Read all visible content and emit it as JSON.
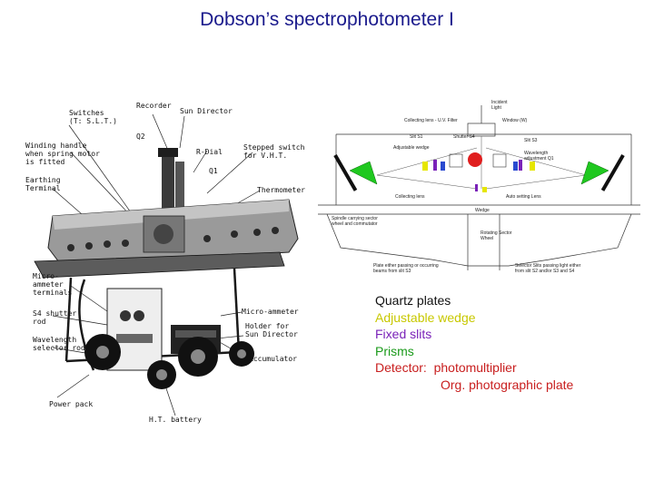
{
  "title": "Dobson’s spectrophotometer I",
  "photo": {
    "labels": {
      "switches": "Switches\n(T: S.L.T.)",
      "recorder": "Recorder",
      "sun_director": "Sun Director",
      "q2": "Q2",
      "winding_handle": "Winding handle\nwhen spring motor\nis fitted",
      "r_dial": "R-Dial",
      "stepped_switch": "Stepped switch\nfor V.H.T.",
      "q1": "Q1",
      "earthing": "Earthing\nTerminal",
      "thermometer": "Thermometer",
      "micro_terminals": "Micro-\nammeter\nterminals",
      "s4_shutter": "S4 shutter\nrod",
      "wavelength_rod": "Wavelength\nselector rod",
      "power_pack": "Power pack",
      "micro_ammeter": "Micro-ammeter",
      "holder": "Holder for\nSun Director",
      "accumulator": "Accumulator",
      "ht_battery": "H.T. battery"
    }
  },
  "diagram": {
    "labels": {
      "incident_light": "Incident\nLight",
      "collecting_lens_filter": "Collecting lens - U.V. Filter",
      "window": "Window (W)",
      "slit_s1": "Slit S1",
      "shutter": "Shutter S4",
      "slit_s3": "Slit S3",
      "adjustable_wedge": "Adjustable wedge",
      "wavelength_adjustment": "Wavelength\nadjustment Q1",
      "collecting_lens2": "Collecting lens",
      "auto_setting_lens": "Auto setting Lens",
      "wedge": "Wedge",
      "spindle": "Spindle carrying sector\nwheel and commutator",
      "rotating_sector": "Rotating Sector\nWheel",
      "plate_passing": "Plate either passing or occurring\nbeams from slit S3",
      "selector_slits": "Selector Slits passing light either\nfrom slit S2 and/or S3 and S4"
    }
  },
  "legend": {
    "quartz": "Quartz plates",
    "wedge": "Adjustable wedge",
    "fixed_slits": "Fixed slits",
    "prisms": "Prisms",
    "detector": "Detector:  photomultiplier",
    "detector2": "Org. photographic plate"
  },
  "colors": {
    "title": "#1a1a8c",
    "quartz": "#111111",
    "wedge": "#c8c800",
    "fixed_slits": "#7a22b8",
    "prisms": "#1a9a1a",
    "detector": "#c81e1e"
  }
}
